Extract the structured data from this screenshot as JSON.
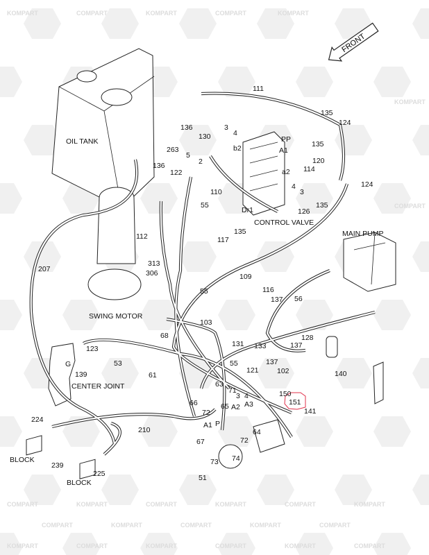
{
  "diagram": {
    "front_label": "FRONT",
    "watermark": [
      "KOMPART",
      "COMPART"
    ],
    "highlight_color": "#e0304a",
    "highlighted_part": "151",
    "labels": [
      "OIL TANK",
      "111",
      "135",
      "124",
      "136",
      "130",
      "3",
      "4",
      "263",
      "PP",
      "135",
      "A1",
      "b2",
      "120",
      "5",
      "2",
      "136",
      "122",
      "114",
      "a2",
      "4",
      "124",
      "3",
      "110",
      "55",
      "135",
      "126",
      "Dr1",
      "CONTROL VALVE",
      "MAIN PUMP",
      "112",
      "135",
      "117",
      "207",
      "313",
      "306",
      "55",
      "109",
      "116",
      "137",
      "56",
      "SWING MOTOR",
      "103",
      "128",
      "68",
      "131",
      "133",
      "137",
      "123",
      "G",
      "53",
      "137",
      "140",
      "139",
      "61",
      "55",
      "121",
      "102",
      "CENTER JOINT",
      "63",
      "71",
      "3",
      "4",
      "150",
      "A2",
      "A3",
      "65",
      "151",
      "141",
      "66",
      "224",
      "72",
      "210",
      "A1",
      "P",
      "64",
      "72",
      "67",
      "74",
      "239",
      "73",
      "225",
      "BLOCK",
      "BLOCK",
      "51"
    ]
  }
}
